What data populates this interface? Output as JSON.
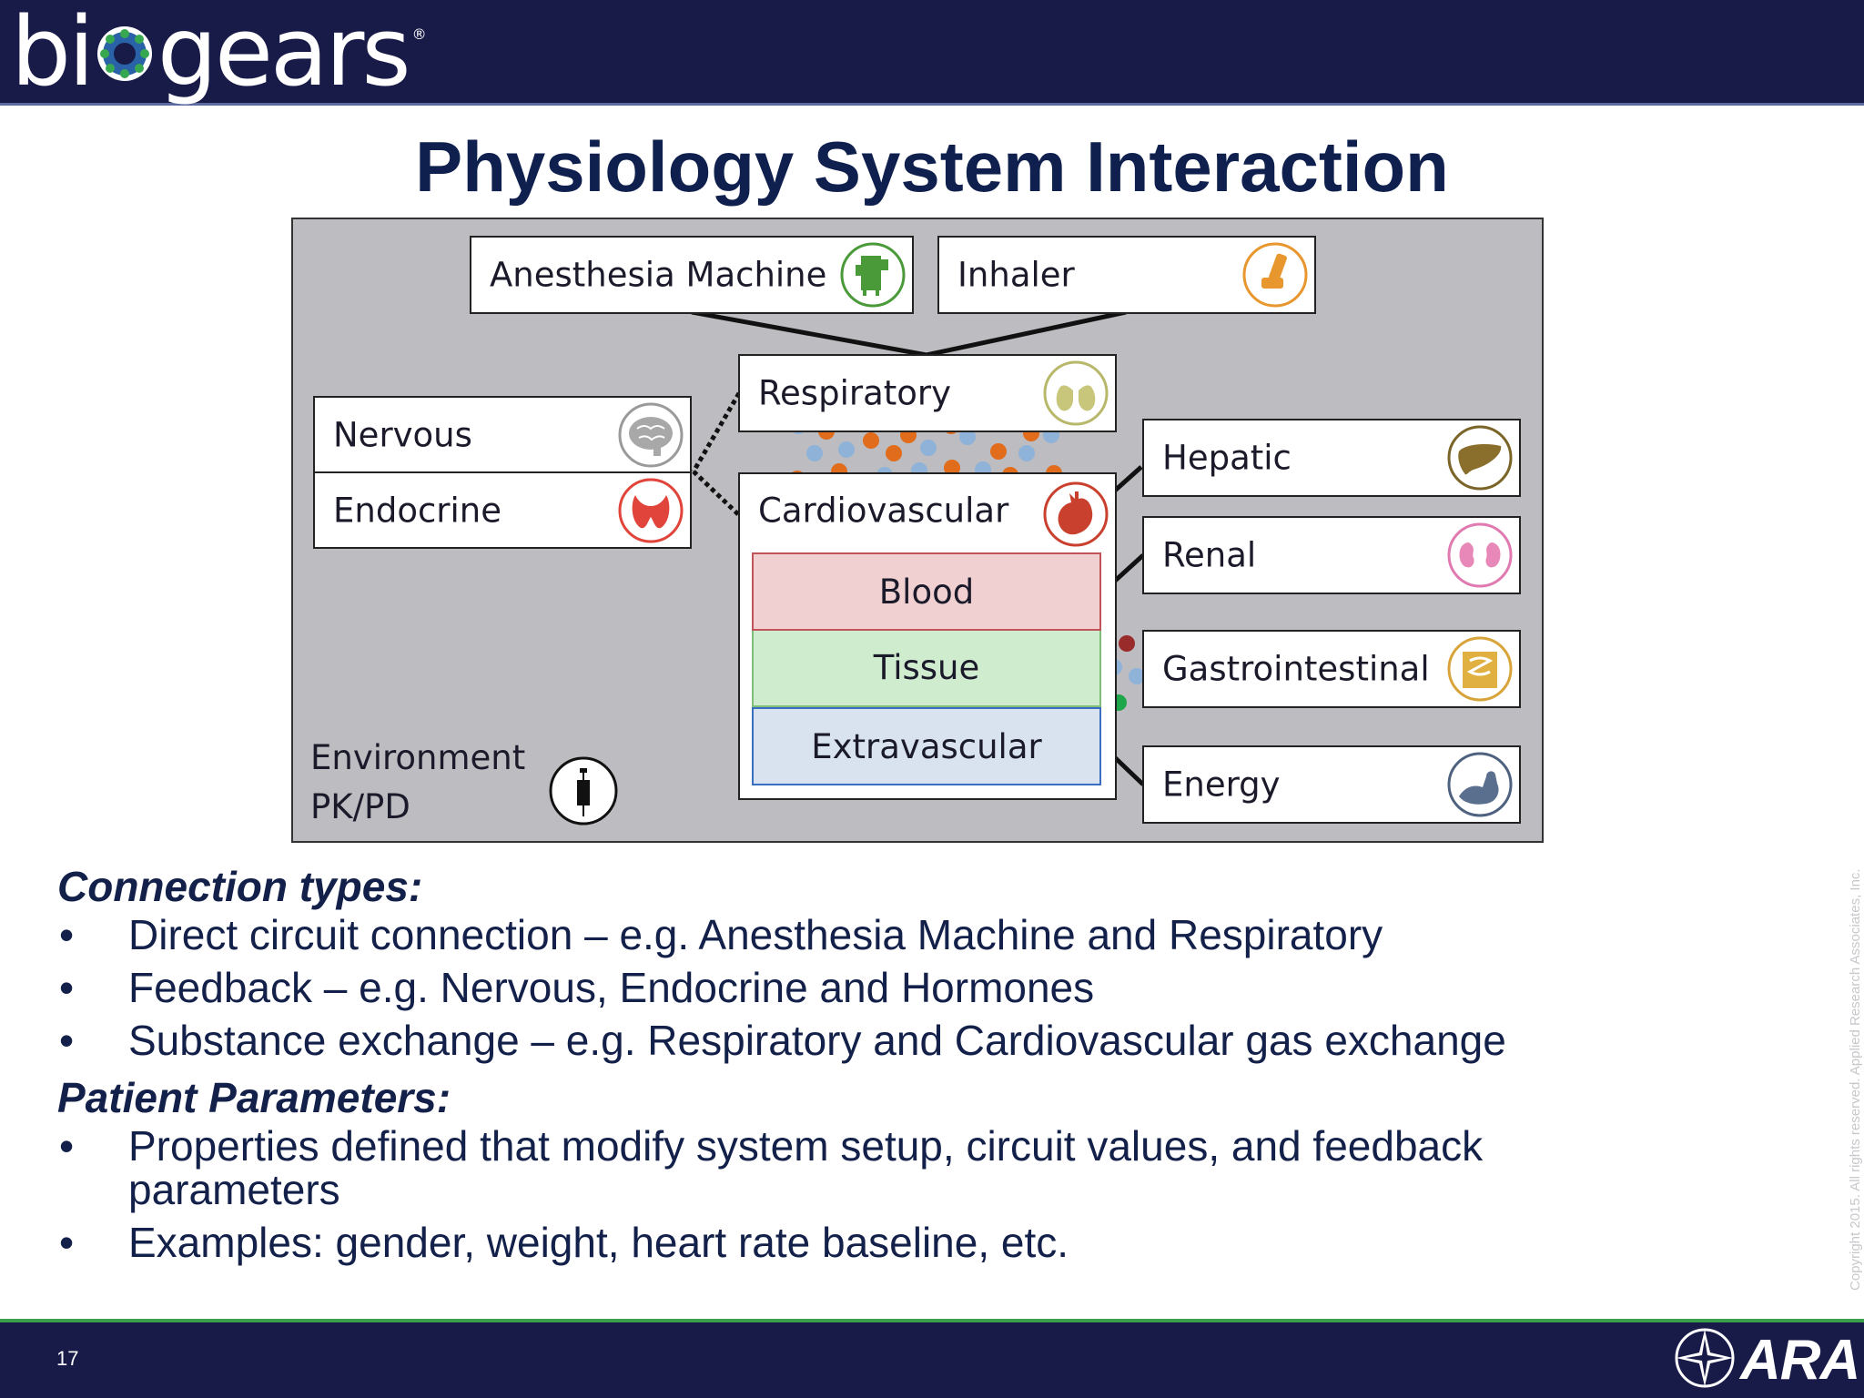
{
  "header": {
    "logo_text_left": "bi",
    "logo_text_right": "gears",
    "trademark": "®"
  },
  "title": "Physiology System Interaction",
  "diagram": {
    "nodes": {
      "anesthesia": "Anesthesia Machine",
      "inhaler": "Inhaler",
      "respiratory": "Respiratory",
      "nervous": "Nervous",
      "endocrine": "Endocrine",
      "cardiovascular": "Cardiovascular",
      "hepatic": "Hepatic",
      "renal": "Renal",
      "gastrointestinal": "Gastrointestinal",
      "energy": "Energy"
    },
    "layers": {
      "blood": "Blood",
      "tissue": "Tissue",
      "extravascular": "Extravascular"
    },
    "environment": {
      "line1": "Environment",
      "line2": "PK/PD"
    },
    "icons": {
      "anesthesia": "anesthesia-machine-icon",
      "inhaler": "inhaler-icon",
      "respiratory": "lungs-icon",
      "nervous": "brain-icon",
      "endocrine": "thyroid-icon",
      "cardiovascular": "heart-icon",
      "hepatic": "liver-icon",
      "renal": "kidneys-icon",
      "gastrointestinal": "intestines-icon",
      "energy": "muscle-arm-icon",
      "environment": "syringe-icon"
    },
    "colors": {
      "panel": "#bdbcc0",
      "blood": "#f0d0d0",
      "tissue": "#d0eccf",
      "extravascular": "#d9e3f0",
      "gas_orange": "#e06c1c",
      "gas_blue": "#8fb3d8",
      "substance_red": "#9a2b2b",
      "substance_green": "#1fa64a"
    }
  },
  "bullets": {
    "heading1": "Connection types:",
    "items1": [
      "Direct circuit connection – e.g. Anesthesia Machine and Respiratory",
      "Feedback – e.g. Nervous, Endocrine and Hormones",
      "Substance exchange – e.g. Respiratory and Cardiovascular gas exchange"
    ],
    "heading2": "Patient Parameters:",
    "items2": [
      "Properties defined that modify system setup, circuit values, and feedback parameters",
      "Examples: gender, weight, heart rate baseline, etc."
    ],
    "bullet_char": "•"
  },
  "copyright": "Copyright 2015. All rights reserved. Applied Research Associates, Inc.",
  "footer": {
    "page_number": "17",
    "ara_text": "ARA"
  }
}
